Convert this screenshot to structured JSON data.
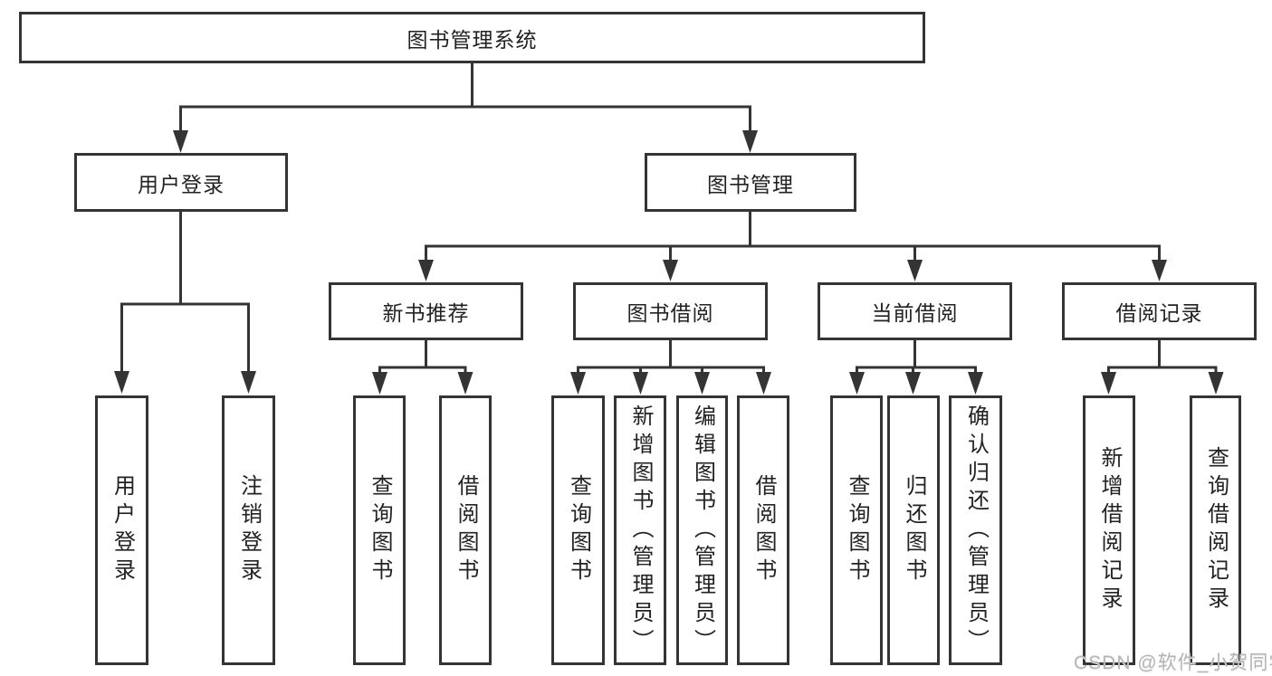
{
  "diagram": {
    "title": "图书管理系统",
    "colors": {
      "line": "#343434",
      "text": "#222222",
      "background": "#ffffff",
      "watermark": "#b5b5b5"
    },
    "nodes": {
      "root": "图书管理系统",
      "l2": [
        "用户登录",
        "图书管理"
      ],
      "l3": [
        "新书推荐",
        "图书借阅",
        "当前借阅",
        "借阅记录"
      ],
      "leaves_user": [
        "用户登录",
        "注销登录"
      ],
      "leaves_rec": [
        "查询图书",
        "借阅图书"
      ],
      "leaves_borrow": [
        "查询图书",
        "新增图书（管理员）",
        "编辑图书（管理员）",
        "借阅图书"
      ],
      "leaves_current": [
        "查询图书",
        "归还图书",
        "确认归还（管理员）"
      ],
      "leaves_records": [
        "新增借阅记录",
        "查询借阅记录"
      ]
    },
    "watermark": "CSDN @软件_小贺同学"
  }
}
